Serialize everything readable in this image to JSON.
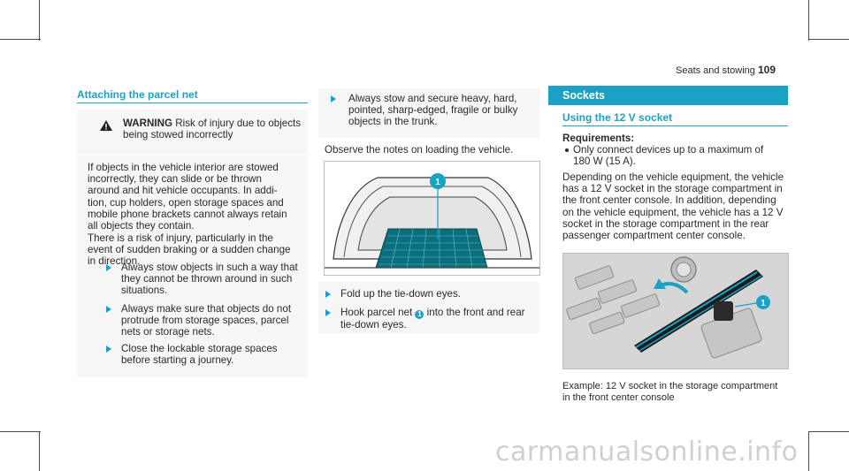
{
  "running_header": {
    "section": "Seats and stowing",
    "page_number": "109"
  },
  "left": {
    "title": "Attaching the parcel net",
    "warning": {
      "label": "WARNING",
      "lines": [
        "Risk of injury due to objects",
        "being stowed incorrectly"
      ]
    },
    "para1": [
      "If objects in the vehicle interior are stowed",
      "incorrectly, they can slide or be thrown",
      "around and hit vehicle occupants. In addi-",
      "tion, cup holders, open storage spaces and",
      "mobile phone brackets cannot always retain",
      "all objects they contain."
    ],
    "para2": [
      "There is a risk of injury, particularly in the",
      "event of sudden braking or a sudden change",
      "in direction."
    ],
    "steps": [
      [
        "Always stow objects in such a way that",
        "they cannot be thrown around in such",
        "situations."
      ],
      [
        "Always make sure that objects do not",
        "protrude from storage spaces, parcel",
        "nets or storage nets."
      ],
      [
        "Close the lockable storage spaces",
        "before starting a journey."
      ]
    ]
  },
  "middle": {
    "step_top": [
      "Always stow and secure heavy, hard,",
      "pointed, sharp-edged, fragile or bulky",
      "objects in the trunk."
    ],
    "observe": "Observe the notes on loading the vehicle.",
    "fig_callout": "1",
    "step_fold": "Fold up the tie-down eyes.",
    "step_hook": {
      "pre": "Hook parcel net",
      "callout": "1",
      "post": "into the front and rear",
      "line2": "tie-down eyes."
    }
  },
  "right": {
    "section_title": "Sockets",
    "subtitle": "Using the 12 V socket",
    "req_label": "Requirements:",
    "req_lines": [
      "Only connect devices up to a maximum of",
      "180 W (15 A)."
    ],
    "para": [
      "Depending on the vehicle equipment, the vehicle",
      "has a 12 V socket in the storage compartment in",
      "the front center console. In addition, depending",
      "on the vehicle equipment, the vehicle has a 12 V",
      "socket in the storage compartment in the rear",
      "passenger compartment center console."
    ],
    "fig_callout": "1",
    "caption": [
      "Example: 12 V socket in the storage compartment",
      "in the front center console"
    ]
  },
  "watermark": "carmanualsonline.info",
  "colors": {
    "accent": "#1ba1c4",
    "text": "#2a2a2a",
    "box": "#f6f6f6"
  }
}
